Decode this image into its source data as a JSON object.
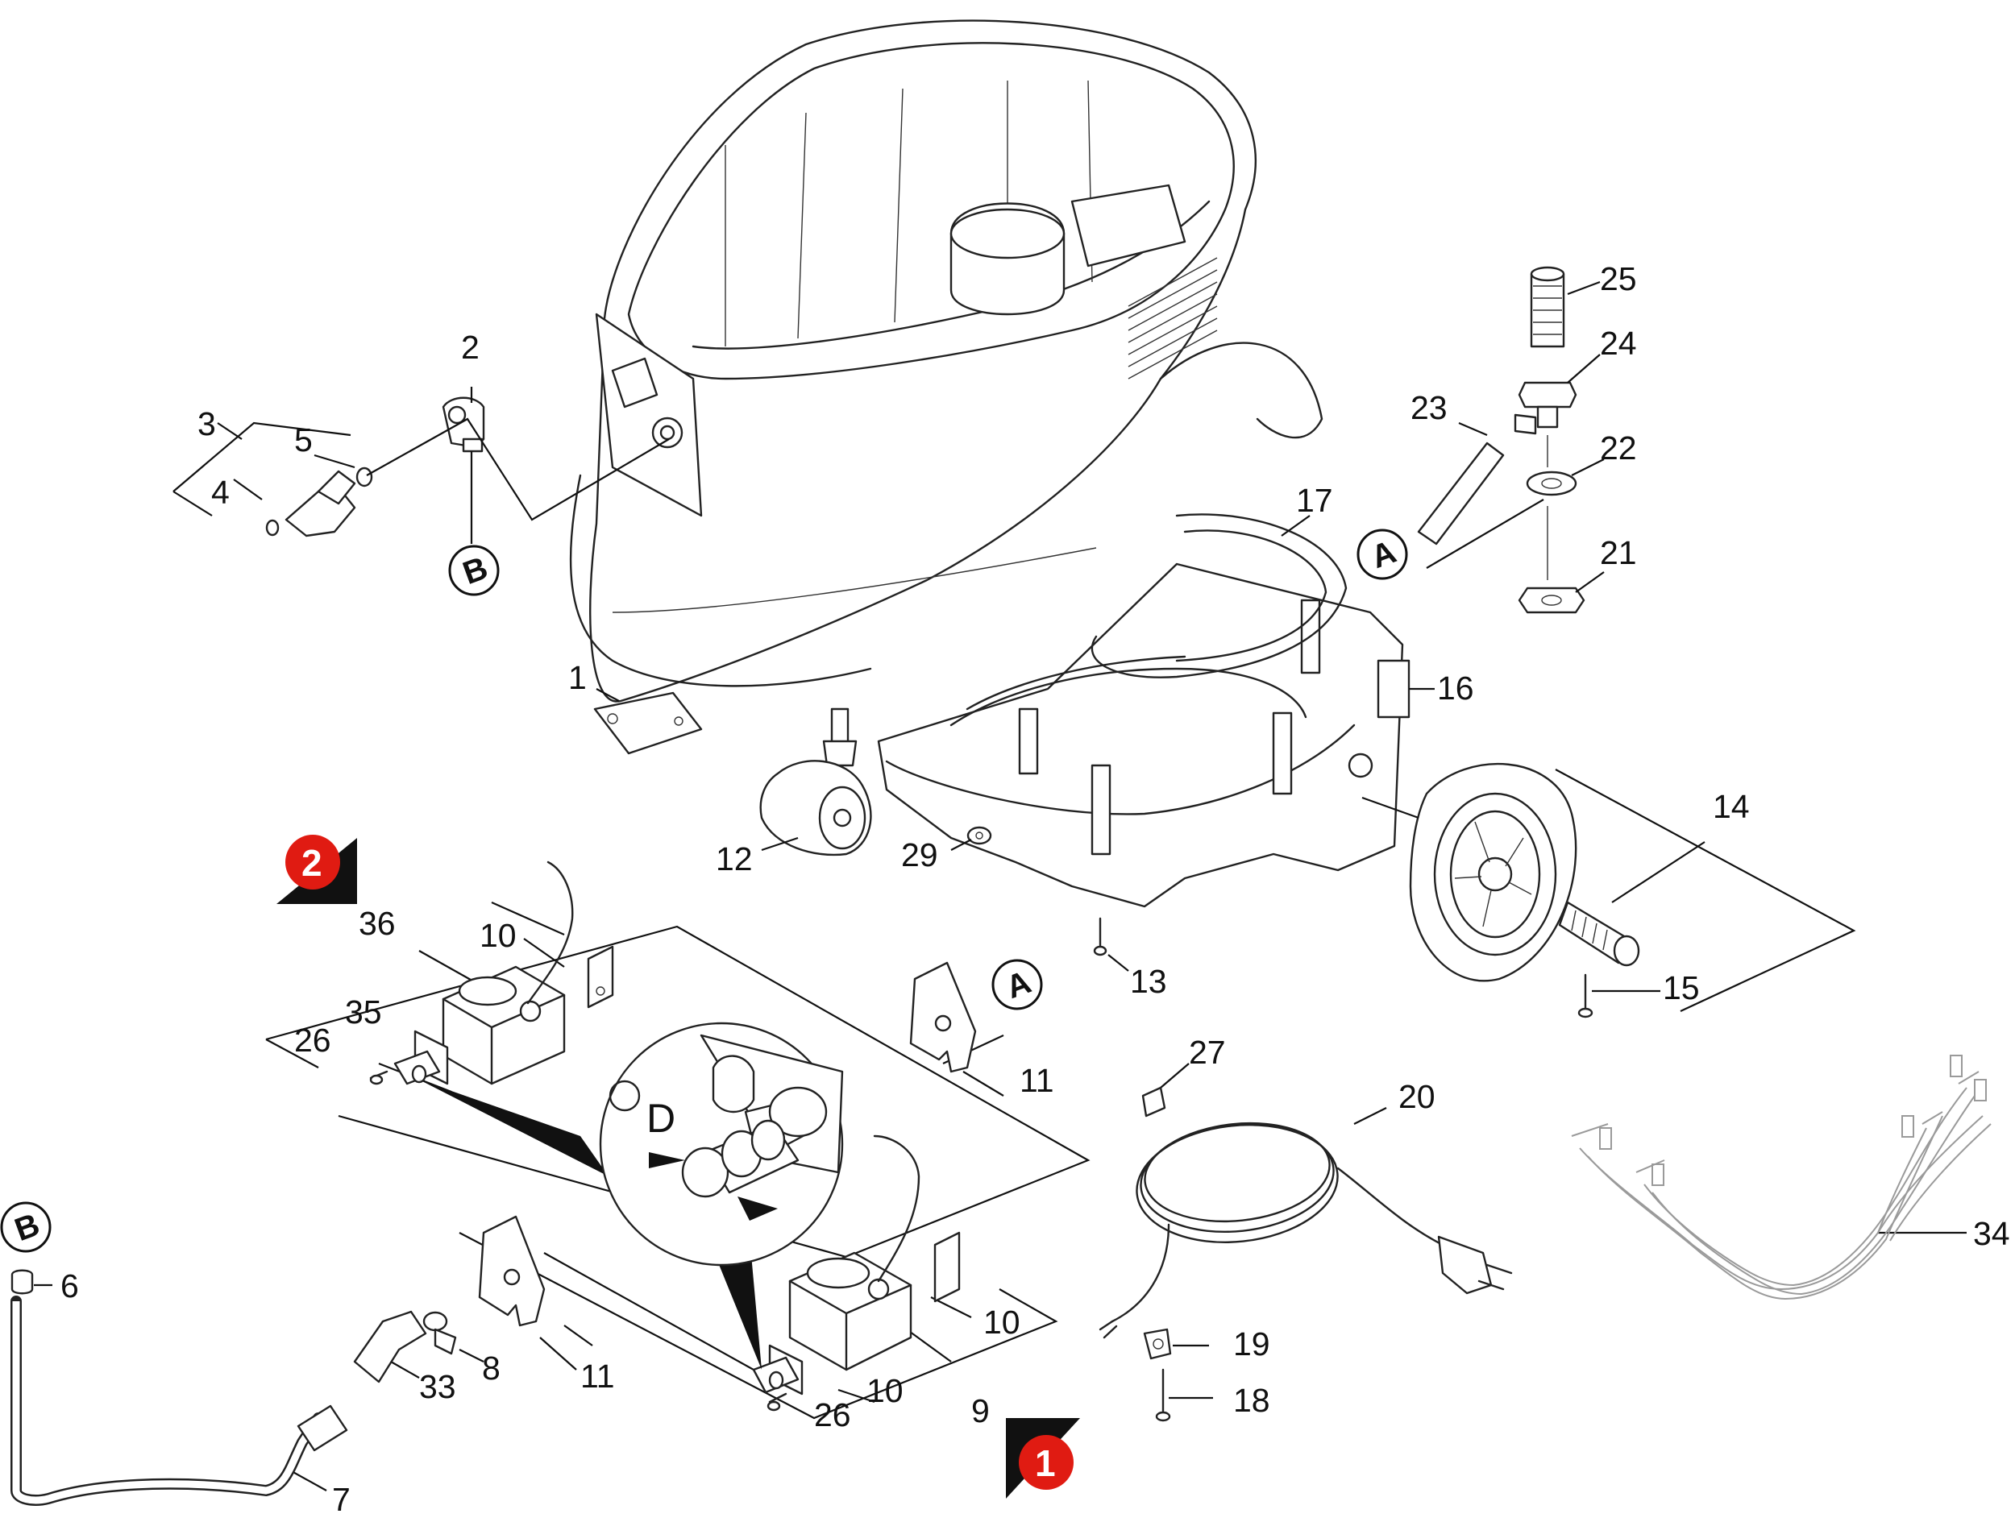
{
  "labels": {
    "n1": "1",
    "n2": "2",
    "n3": "3",
    "n4": "4",
    "n5": "5",
    "n6": "6",
    "n7": "7",
    "n8": "8",
    "n9": "9",
    "n10a": "10",
    "n10b": "10",
    "n10c": "10",
    "n11a": "11",
    "n11b": "11",
    "n12": "12",
    "n13": "13",
    "n14": "14",
    "n15": "15",
    "n16": "16",
    "n17": "17",
    "n18": "18",
    "n19": "19",
    "n20": "20",
    "n21": "21",
    "n22": "22",
    "n23": "23",
    "n24": "24",
    "n25": "25",
    "n26a": "26",
    "n26b": "26",
    "n27": "27",
    "n29": "29",
    "n33": "33",
    "n34": "34",
    "n35": "35",
    "n36": "36"
  },
  "callouts": {
    "a1": "A",
    "a2": "A",
    "b1": "B",
    "b2": "B",
    "d": "D"
  },
  "badges": {
    "one": "1",
    "two": "2"
  },
  "colors": {
    "line": "#111111",
    "badge": "#e01b12",
    "faded": "#9a9a9a"
  }
}
